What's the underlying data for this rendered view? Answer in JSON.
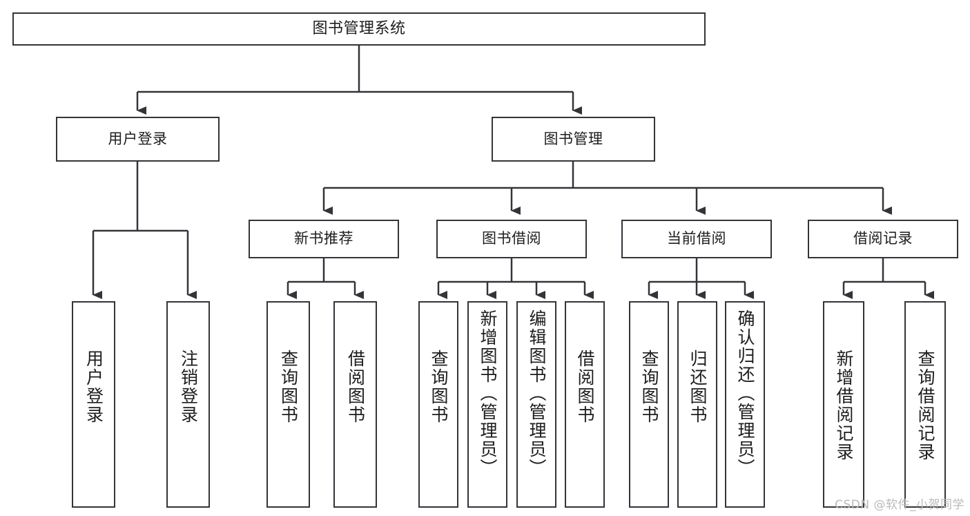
{
  "diagram": {
    "title": "图书管理系统",
    "type": "tree-hierarchy-diagram",
    "watermark": "CSDN @软件_小贺同学",
    "colors": {
      "stroke": "#32343a",
      "fill": "#ffffff",
      "text": "#1d1d1f",
      "watermark": "#b9b9bb"
    },
    "root": {
      "label": "图书管理系统"
    },
    "level2": [
      {
        "label": "用户登录"
      },
      {
        "label": "图书管理"
      }
    ],
    "level3": [
      {
        "label": "新书推荐"
      },
      {
        "label": "图书借阅"
      },
      {
        "label": "当前借阅"
      },
      {
        "label": "借阅记录"
      }
    ],
    "leaves": {
      "user_login": [
        {
          "label": "用户登录"
        },
        {
          "label": "注销登录"
        }
      ],
      "new_book": [
        {
          "label": "查询图书"
        },
        {
          "label": "借阅图书"
        }
      ],
      "book_borrow": [
        {
          "label": "查询图书"
        },
        {
          "label": "新增图书（管理员）"
        },
        {
          "label": "编辑图书（管理员）"
        },
        {
          "label": "借阅图书"
        }
      ],
      "current_borrow": [
        {
          "label": "查询图书"
        },
        {
          "label": "归还图书"
        },
        {
          "label": "确认归还（管理员）"
        }
      ],
      "borrow_record": [
        {
          "label": "新增借阅记录"
        },
        {
          "label": "查询借阅记录"
        }
      ]
    }
  }
}
